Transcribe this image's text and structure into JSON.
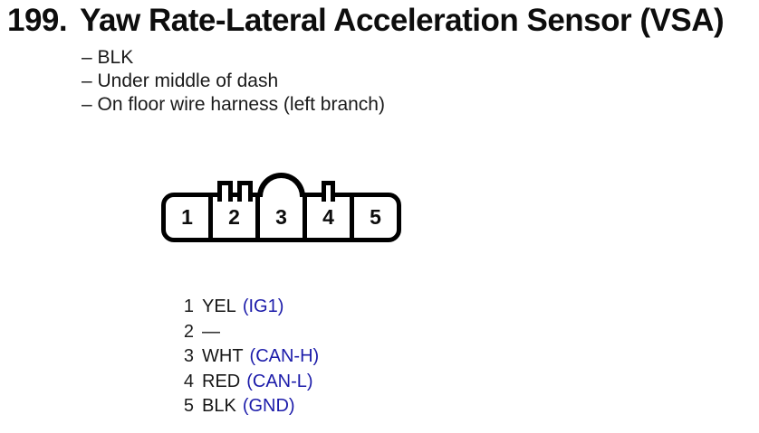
{
  "header": {
    "number": "199.",
    "title": "Yaw Rate-Lateral Acceleration Sensor (VSA)"
  },
  "notes": [
    "– BLK",
    "– Under middle of dash",
    "– On floor wire harness (left branch)"
  ],
  "connector": {
    "pins": [
      "1",
      "2",
      "3",
      "4",
      "5"
    ]
  },
  "pinout": {
    "rows": [
      {
        "pin": "1",
        "wire": "YEL",
        "signal": "(IG1)"
      },
      {
        "pin": "2",
        "wire": "—",
        "signal": ""
      },
      {
        "pin": "3",
        "wire": "WHT",
        "signal": "(CAN-H)"
      },
      {
        "pin": "4",
        "wire": "RED",
        "signal": "(CAN-L)"
      },
      {
        "pin": "5",
        "wire": "BLK",
        "signal": "(GND)"
      }
    ]
  },
  "colors": {
    "signal_blue": "#1c1caa",
    "ink": "#111111",
    "background": "#ffffff"
  }
}
